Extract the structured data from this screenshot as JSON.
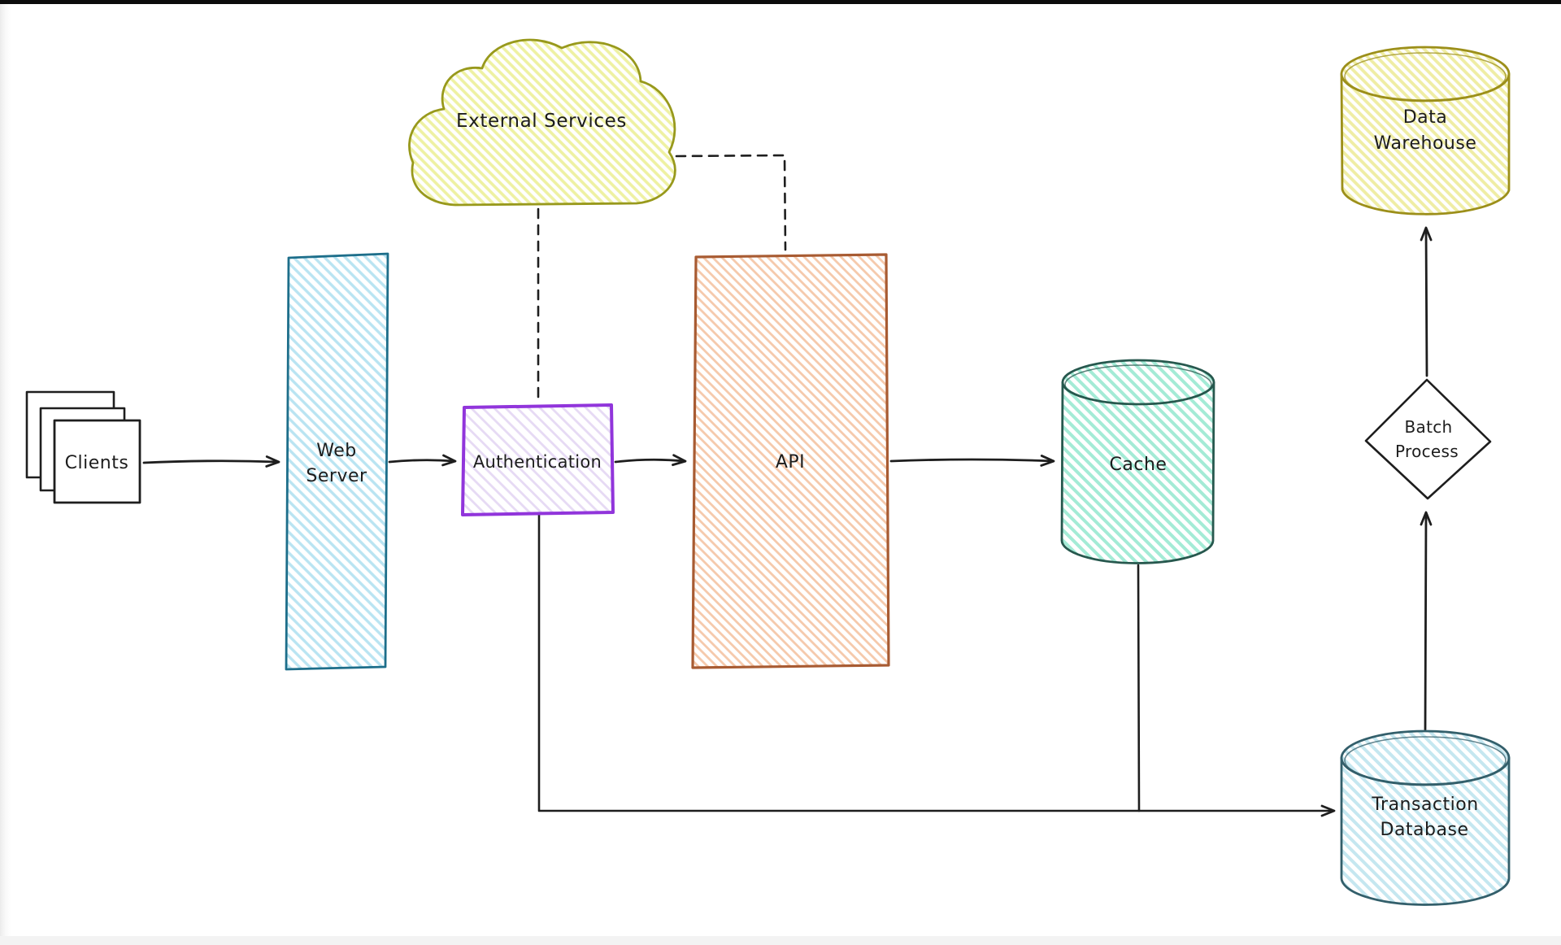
{
  "page": {
    "background": "#ffffff",
    "top_bar_color": "#0c0c0c",
    "bottom_strip_color": "#f3f3f3"
  },
  "diagram": {
    "style": "hand-drawn-sketch",
    "line_color": "#1e1e1e",
    "text_color": "#1d1d1d",
    "nodes": {
      "clients": {
        "label": "Clients",
        "shape": "stacked-squares",
        "fill": "#ffffff",
        "stroke": "#1e1e1e"
      },
      "web_server": {
        "label": "Web Server",
        "lines": [
          "Web",
          "Server"
        ],
        "shape": "tall-rectangle",
        "stroke": "#1d6e8a",
        "hatch": "#b9e4f2"
      },
      "authentication": {
        "label": "Authentication",
        "shape": "rectangle",
        "stroke": "#9135db",
        "hatch": "#e6daf4"
      },
      "api": {
        "label": "API",
        "shape": "tall-rectangle",
        "stroke": "#a85b32",
        "hatch": "#f5c9ab"
      },
      "external_services": {
        "label": "External Services",
        "shape": "cloud",
        "stroke": "#98991c",
        "hatch": "#eef1a2"
      },
      "cache": {
        "label": "Cache",
        "shape": "cylinder",
        "stroke": "#27584e",
        "hatch": "#a4ebd6"
      },
      "data_warehouse": {
        "label": "Data Warehouse",
        "lines": [
          "Data",
          "Warehouse"
        ],
        "shape": "cylinder",
        "stroke": "#9c8f1a",
        "hatch": "#efeda4"
      },
      "batch_process": {
        "label": "Batch Process",
        "lines": [
          "Batch",
          "Process"
        ],
        "shape": "diamond",
        "fill": "#ffffff",
        "stroke": "#1e1e1e"
      },
      "transaction_database": {
        "label": "Transaction Database",
        "lines": [
          "Transaction",
          "Database"
        ],
        "shape": "cylinder",
        "stroke": "#335f6b",
        "hatch": "#c5e7f0"
      }
    },
    "edges": [
      {
        "from": "clients",
        "to": "web_server",
        "style": "solid",
        "arrow": true
      },
      {
        "from": "web_server",
        "to": "authentication",
        "style": "solid",
        "arrow": true
      },
      {
        "from": "authentication",
        "to": "api",
        "style": "solid",
        "arrow": true
      },
      {
        "from": "api",
        "to": "cache",
        "style": "solid",
        "arrow": true
      },
      {
        "from": "external_services",
        "to": "authentication",
        "style": "dashed",
        "arrow": false
      },
      {
        "from": "external_services",
        "to": "api",
        "style": "dashed",
        "arrow": false
      },
      {
        "from": "authentication",
        "to": "transaction_database",
        "style": "solid",
        "arrow": true
      },
      {
        "from": "cache",
        "to": "transaction_database",
        "style": "solid",
        "arrow": true
      },
      {
        "from": "transaction_database",
        "to": "batch_process",
        "style": "solid",
        "arrow": true
      },
      {
        "from": "batch_process",
        "to": "data_warehouse",
        "style": "solid",
        "arrow": true
      }
    ]
  }
}
